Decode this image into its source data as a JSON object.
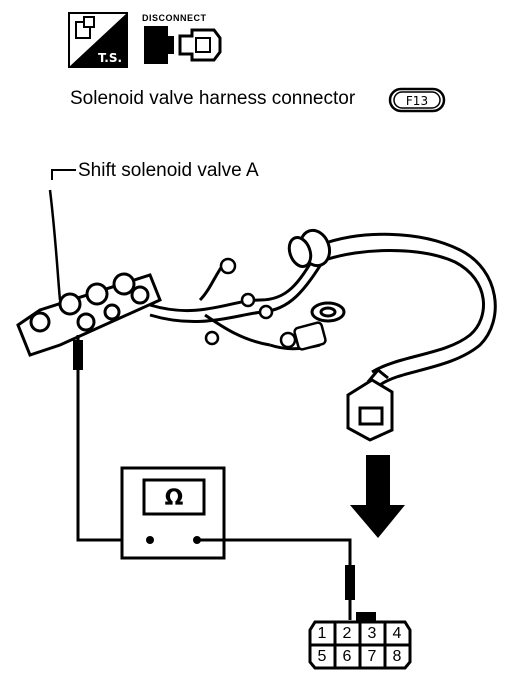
{
  "header": {
    "ts_badge": "T.S.",
    "disconnect_label": "DISCONNECT"
  },
  "title": "Solenoid valve harness connector",
  "connector_id": "F13",
  "callout": "Shift solenoid valve A",
  "ohmmeter_symbol": "Ω",
  "pins": [
    {
      "label": "1",
      "row": 0,
      "col": 0
    },
    {
      "label": "2",
      "row": 0,
      "col": 1
    },
    {
      "label": "3",
      "row": 0,
      "col": 2
    },
    {
      "label": "4",
      "row": 0,
      "col": 3
    },
    {
      "label": "5",
      "row": 1,
      "col": 0
    },
    {
      "label": "6",
      "row": 1,
      "col": 1
    },
    {
      "label": "7",
      "row": 1,
      "col": 2
    },
    {
      "label": "8",
      "row": 1,
      "col": 3
    }
  ]
}
